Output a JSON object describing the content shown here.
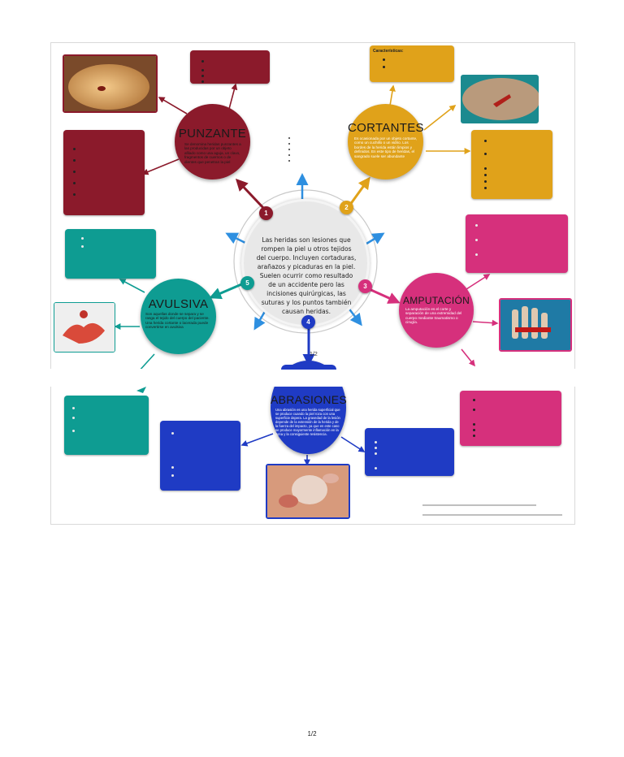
{
  "center": {
    "text": "Las heridas son lesiones que rompen la piel u otros tejidos del cuerpo. Incluyen cortaduras, arañazos y picaduras en la piel. Suelen ocurrir como resultado de un accidente pero las incisiones quirúrgicas, las suturas y los puntos también causan heridas."
  },
  "nodes": {
    "punzante": {
      "number": "1",
      "title": "PUNZANTE",
      "description": "Se denomina heridas punzantes a las producidas por un objeto afilado como una aguja, un clavo, fragmentos de cuernos o de dientes que penetran la piel"
    },
    "cortantes": {
      "number": "2",
      "title": "CORTANTES",
      "description": "Es ocasionada por un objeto cortante, como un cuchillo o un vidrio. Los bordes de la herida están limpios y definidos. En este tipo de heridas, el sangrado suele ser abundante"
    },
    "amputacion": {
      "number": "3",
      "title": "AMPUTACIÓN",
      "description": "La amputación es el corte y separación de una extremidad del cuerpo mediante traumatismo o cirugía."
    },
    "abrasiones": {
      "number": "4",
      "title": "ABRASIONES",
      "description": "Una abrasión es una herida superficial que se produce cuando la piel roza con una superficie áspera. La gravedad de la lesión depende de la extensión de la herida y de la fuerza del impacto, ya que en este caso se produce mayormente inflamación en la zona y la consiguiente resistencia."
    },
    "avulsiva": {
      "number": "5",
      "title": "AVULSIVA",
      "description": "Son aquellas donde se separa y se rasga el tejido del cuerpo del paciente. Una herida cortante o lacerada puede convertirse en avulsiva"
    }
  },
  "cortantes_box_label": "Características:",
  "half_label": "1/2",
  "page_number": "1/2",
  "colors": {
    "punzante": "#8b1a2b",
    "cortantes": "#e0a21a",
    "amputacion": "#d6307c",
    "abrasiones": "#1f3bc4",
    "avulsiva": "#0e9c92",
    "arrow": "#2e8fe0"
  }
}
